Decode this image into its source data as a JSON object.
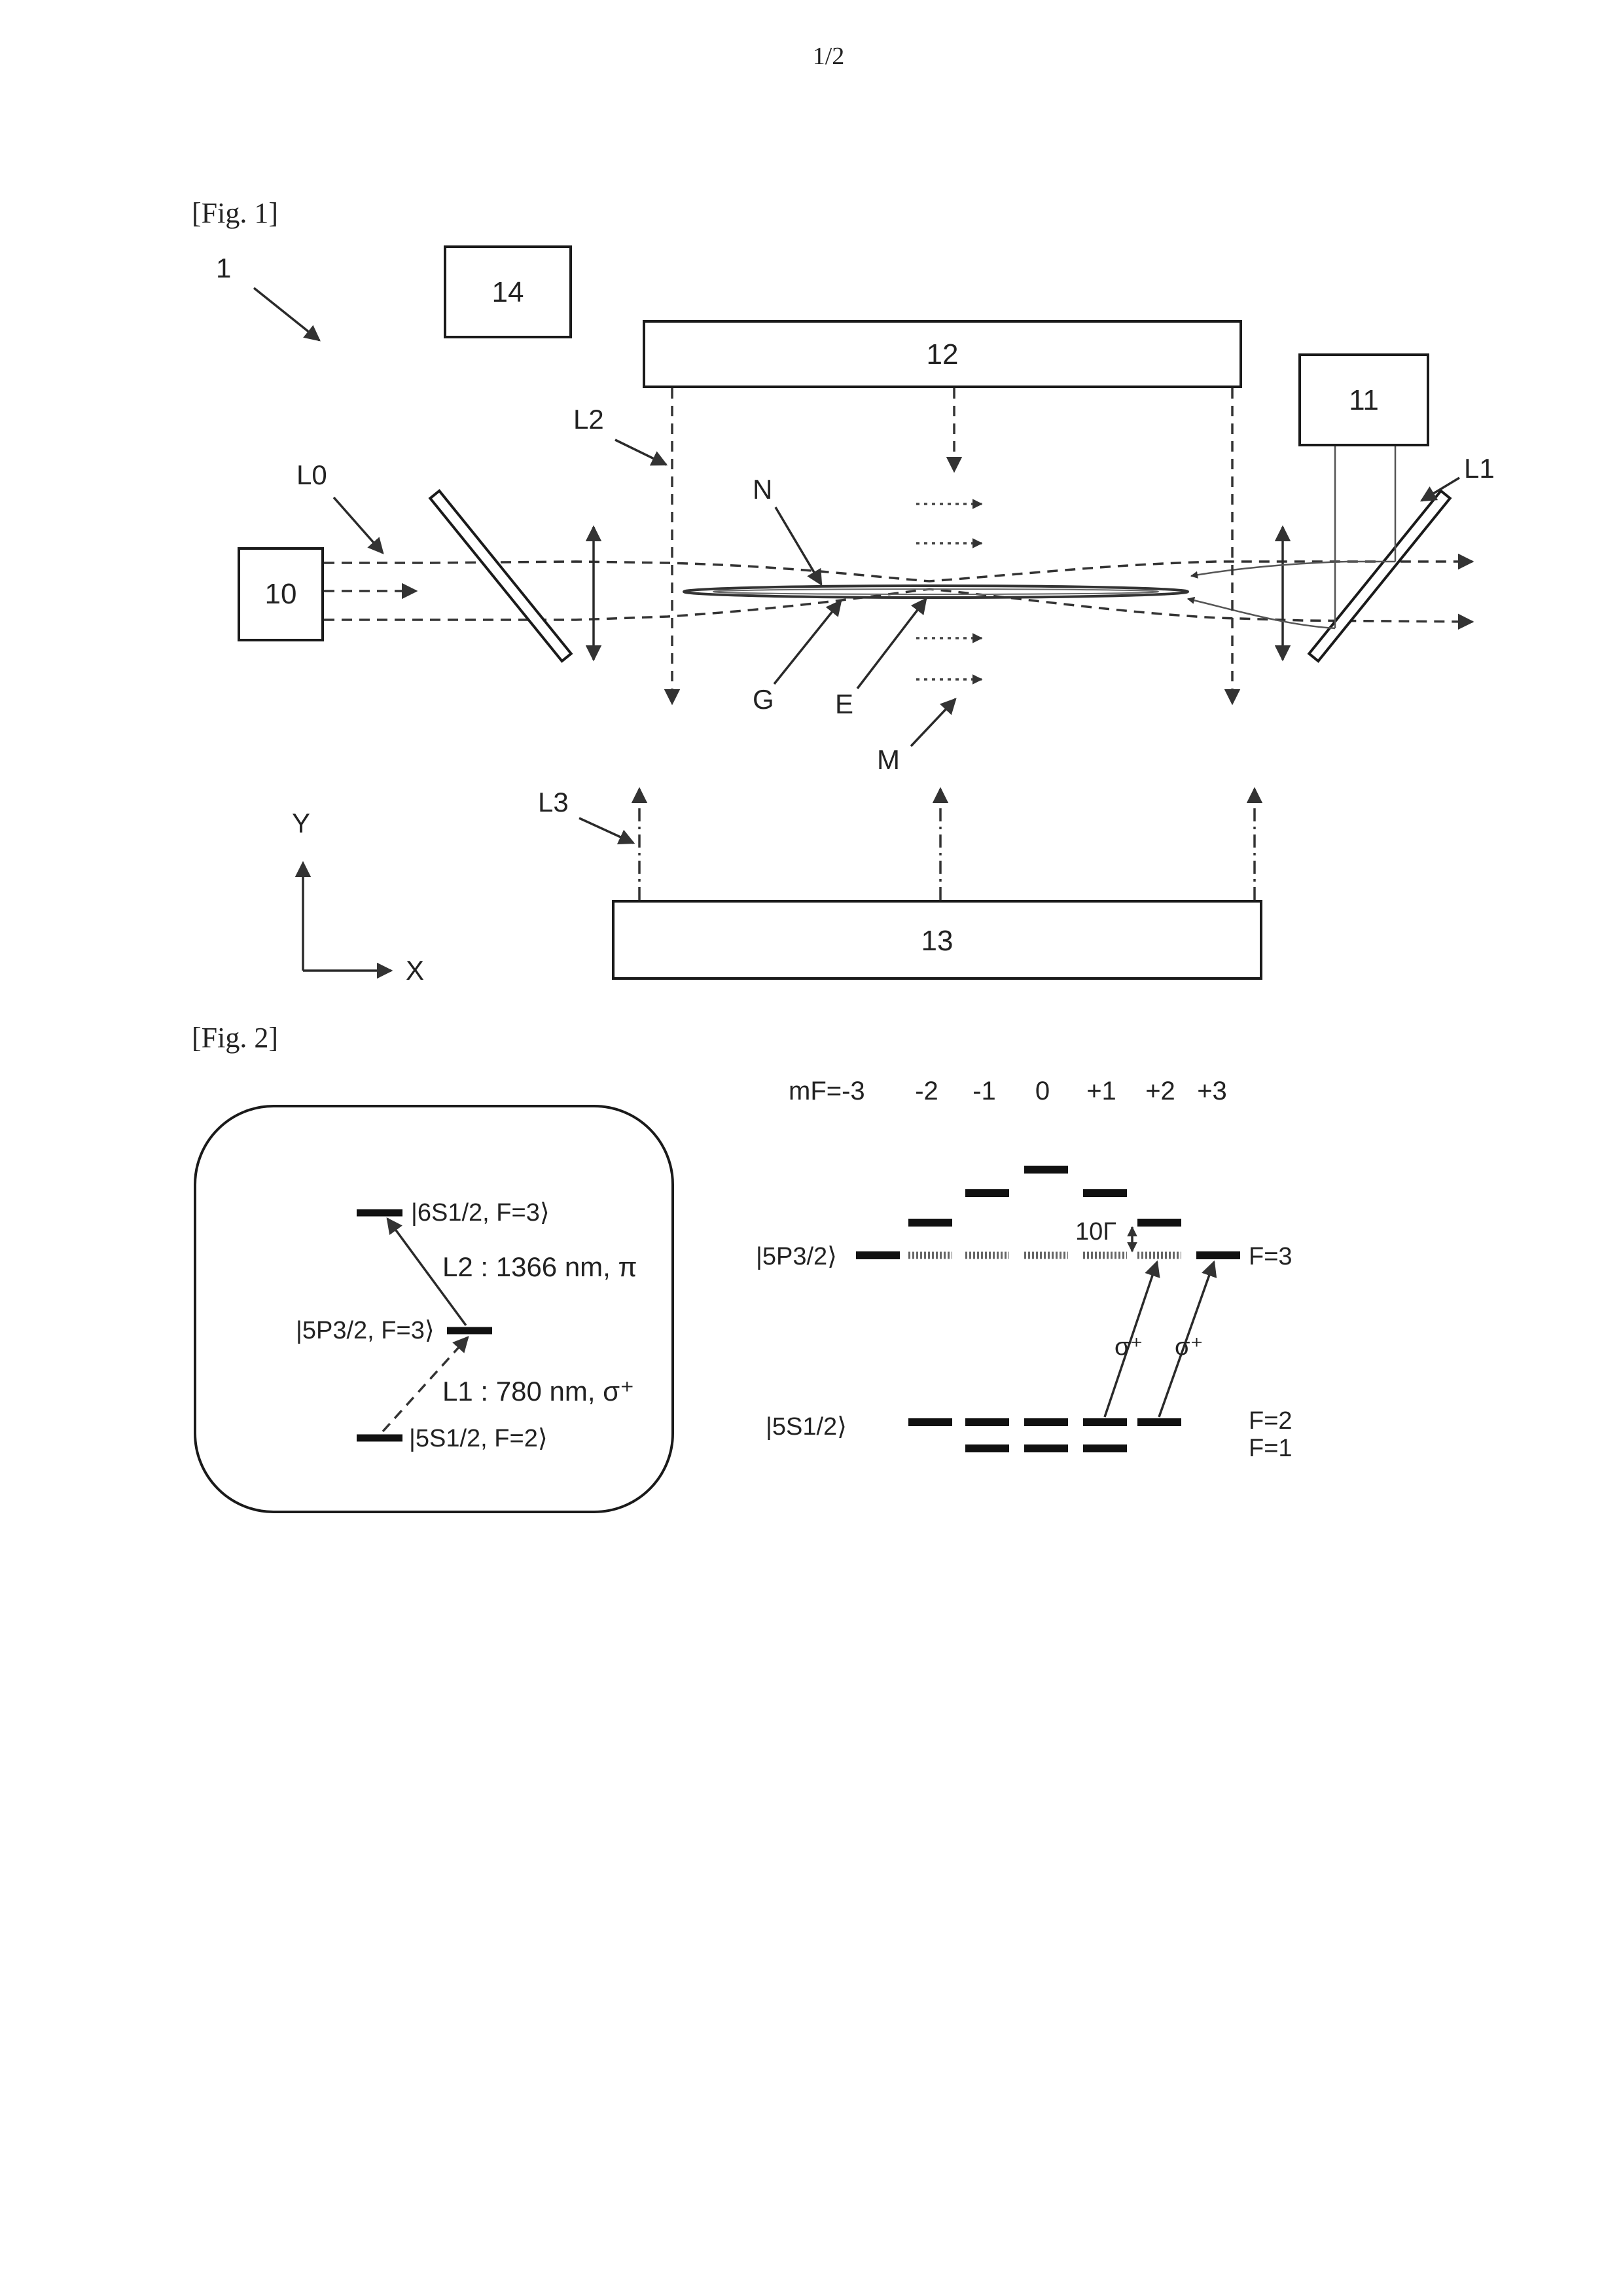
{
  "page_number": "1/2",
  "fig1": {
    "caption": "[Fig. 1]",
    "system_label": "1",
    "boxes": {
      "b10": "10",
      "b11": "11",
      "b12": "12",
      "b13": "13",
      "b14": "14"
    },
    "beam_labels": {
      "L0": "L0",
      "L1": "L1",
      "L2": "L2",
      "L3": "L3"
    },
    "point_labels": {
      "N": "N",
      "G": "G",
      "E": "E",
      "M": "M"
    },
    "axes": {
      "y": "Y",
      "x": "X"
    }
  },
  "fig2": {
    "caption": "[Fig. 2]",
    "inset": {
      "upper_state": "|6S1/2, F=3⟩",
      "middle_state": "|5P3/2, F=3⟩",
      "lower_state": "|5S1/2, F=2⟩",
      "transition_upper": "L2 : 1366 nm, π",
      "transition_lower": "L1 : 780 nm, σ⁺"
    },
    "zeeman": {
      "mf_header": "mF=-3",
      "mf_values": [
        "-2",
        "-1",
        "0",
        "+1",
        "+2",
        "+3"
      ],
      "excited_state": "|5P3/2⟩",
      "ground_state": "|5S1/2⟩",
      "excited_F": "F=3",
      "ground_F2": "F=2",
      "ground_F1": "F=1",
      "shift_label": "10Γ",
      "sigma_1": "σ⁺",
      "sigma_2": "σ⁺"
    }
  }
}
